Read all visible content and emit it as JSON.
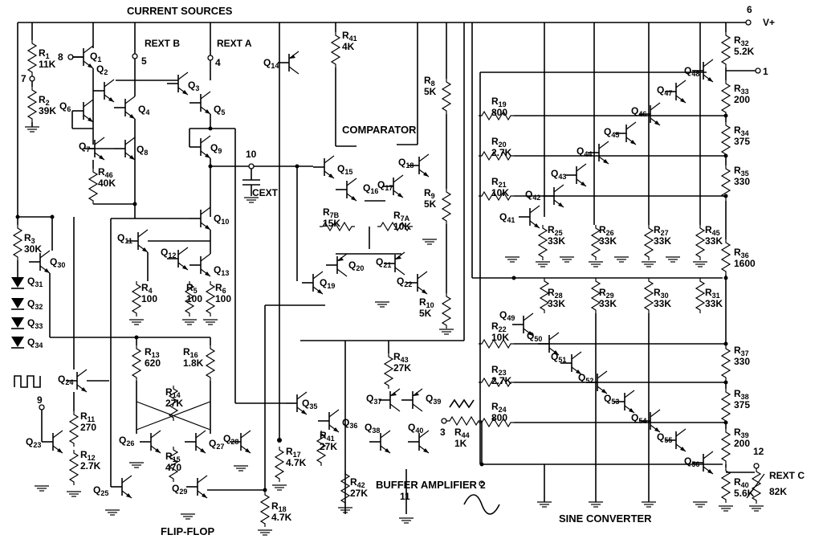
{
  "sections": {
    "current_sources": "CURRENT SOURCES",
    "comparator": "COMPARATOR",
    "buffer_amplifier": "BUFFER AMPLIFIER",
    "flip_flop": "FLIP-FLOP",
    "sine_converter": "SINE CONVERTER"
  },
  "pins": {
    "p1": "1",
    "p2": "2",
    "p3": "3",
    "p4": "4",
    "p5": "5",
    "p6": "6",
    "p7": "7",
    "p8": "8",
    "p9": "9",
    "p10": "10",
    "p11": "11",
    "p12": "12",
    "vplus": "V+",
    "rext_b": "REXT B",
    "rext_a": "REXT A",
    "rext_c": "REXT C",
    "cext": "CEXT"
  },
  "waveforms": [
    "square-wave",
    "triangle-wave",
    "sine-wave"
  ],
  "transistors": [
    {
      "id": "Q1",
      "label": "Q1"
    },
    {
      "id": "Q2",
      "label": "Q2"
    },
    {
      "id": "Q3",
      "label": "Q3"
    },
    {
      "id": "Q4",
      "label": "Q4"
    },
    {
      "id": "Q5",
      "label": "Q5"
    },
    {
      "id": "Q6",
      "label": "Q6"
    },
    {
      "id": "Q7",
      "label": "Q7"
    },
    {
      "id": "Q8",
      "label": "Q8"
    },
    {
      "id": "Q9",
      "label": "Q9"
    },
    {
      "id": "Q10",
      "label": "Q10"
    },
    {
      "id": "Q11",
      "label": "Q11"
    },
    {
      "id": "Q12",
      "label": "Q12"
    },
    {
      "id": "Q13",
      "label": "Q13"
    },
    {
      "id": "Q14",
      "label": "Q14"
    },
    {
      "id": "Q15",
      "label": "Q15"
    },
    {
      "id": "Q16",
      "label": "Q16"
    },
    {
      "id": "Q17",
      "label": "Q17"
    },
    {
      "id": "Q18",
      "label": "Q18"
    },
    {
      "id": "Q19",
      "label": "Q19"
    },
    {
      "id": "Q20",
      "label": "Q20"
    },
    {
      "id": "Q21",
      "label": "Q21"
    },
    {
      "id": "Q22",
      "label": "Q22"
    },
    {
      "id": "Q23",
      "label": "Q23"
    },
    {
      "id": "Q24",
      "label": "Q24"
    },
    {
      "id": "Q25",
      "label": "Q25"
    },
    {
      "id": "Q26",
      "label": "Q26"
    },
    {
      "id": "Q27",
      "label": "Q27"
    },
    {
      "id": "Q28",
      "label": "Q28"
    },
    {
      "id": "Q29",
      "label": "Q29"
    },
    {
      "id": "Q30",
      "label": "Q30"
    },
    {
      "id": "Q35",
      "label": "Q35"
    },
    {
      "id": "Q36",
      "label": "Q36"
    },
    {
      "id": "Q37",
      "label": "Q37"
    },
    {
      "id": "Q38",
      "label": "Q38"
    },
    {
      "id": "Q39",
      "label": "Q39"
    },
    {
      "id": "Q40",
      "label": "Q40"
    },
    {
      "id": "Q41",
      "label": "Q41"
    },
    {
      "id": "Q42",
      "label": "Q42"
    },
    {
      "id": "Q43",
      "label": "Q43"
    },
    {
      "id": "Q44",
      "label": "Q44"
    },
    {
      "id": "Q45",
      "label": "Q45"
    },
    {
      "id": "Q46",
      "label": "Q46"
    },
    {
      "id": "Q47",
      "label": "Q47"
    },
    {
      "id": "Q48",
      "label": "Q48"
    },
    {
      "id": "Q49",
      "label": "Q49"
    },
    {
      "id": "Q50",
      "label": "Q50"
    },
    {
      "id": "Q51",
      "label": "Q51"
    },
    {
      "id": "Q52",
      "label": "Q52"
    },
    {
      "id": "Q53",
      "label": "Q53"
    },
    {
      "id": "Q54",
      "label": "Q54"
    },
    {
      "id": "Q55",
      "label": "Q55"
    },
    {
      "id": "Q56",
      "label": "Q56"
    }
  ],
  "diodes": [
    {
      "id": "Q31",
      "label": "Q31"
    },
    {
      "id": "Q32",
      "label": "Q32"
    },
    {
      "id": "Q33",
      "label": "Q33"
    },
    {
      "id": "Q34",
      "label": "Q34"
    }
  ],
  "resistors": [
    {
      "id": "R1",
      "label": "R1",
      "value": "11K"
    },
    {
      "id": "R2",
      "label": "R2",
      "value": "39K"
    },
    {
      "id": "R3",
      "label": "R3",
      "value": "30K"
    },
    {
      "id": "R4",
      "label": "R4",
      "value": "100"
    },
    {
      "id": "R5",
      "label": "R5",
      "value": "100"
    },
    {
      "id": "R6",
      "label": "R6",
      "value": "100"
    },
    {
      "id": "R7A",
      "label": "R7A",
      "value": "10K"
    },
    {
      "id": "R7B",
      "label": "R7B",
      "value": "15K"
    },
    {
      "id": "R8",
      "label": "R8",
      "value": "5K"
    },
    {
      "id": "R9",
      "label": "R9",
      "value": "5K"
    },
    {
      "id": "R10",
      "label": "R10",
      "value": "5K"
    },
    {
      "id": "R11",
      "label": "R11",
      "value": "270"
    },
    {
      "id": "R12",
      "label": "R12",
      "value": "2.7K"
    },
    {
      "id": "R13",
      "label": "R13",
      "value": "620"
    },
    {
      "id": "R14",
      "label": "R14",
      "value": "27K"
    },
    {
      "id": "R15",
      "label": "R15",
      "value": "470"
    },
    {
      "id": "R16",
      "label": "R16",
      "value": "1.8K"
    },
    {
      "id": "R17",
      "label": "R17",
      "value": "4.7K"
    },
    {
      "id": "R18",
      "label": "R18",
      "value": "4.7K"
    },
    {
      "id": "R19",
      "label": "R19",
      "value": "800"
    },
    {
      "id": "R20",
      "label": "R20",
      "value": "2.7K"
    },
    {
      "id": "R21",
      "label": "R21",
      "value": "10K"
    },
    {
      "id": "R22",
      "label": "R22",
      "value": "10K"
    },
    {
      "id": "R23",
      "label": "R23",
      "value": "2.7K"
    },
    {
      "id": "R24",
      "label": "R24",
      "value": "800"
    },
    {
      "id": "R25",
      "label": "R25",
      "value": "33K"
    },
    {
      "id": "R26",
      "label": "R26",
      "value": "33K"
    },
    {
      "id": "R27",
      "label": "R27",
      "value": "33K"
    },
    {
      "id": "R28",
      "label": "R28",
      "value": "33K"
    },
    {
      "id": "R29",
      "label": "R29",
      "value": "33K"
    },
    {
      "id": "R30",
      "label": "R30",
      "value": "33K"
    },
    {
      "id": "R31",
      "label": "R31",
      "value": "33K"
    },
    {
      "id": "R32",
      "label": "R32",
      "value": "5.2K"
    },
    {
      "id": "R33",
      "label": "R33",
      "value": "200"
    },
    {
      "id": "R34",
      "label": "R34",
      "value": "375"
    },
    {
      "id": "R35",
      "label": "R35",
      "value": "330"
    },
    {
      "id": "R36",
      "label": "R36",
      "value": "1600"
    },
    {
      "id": "R37",
      "label": "R37",
      "value": "330"
    },
    {
      "id": "R38",
      "label": "R38",
      "value": "375"
    },
    {
      "id": "R39",
      "label": "R39",
      "value": "200"
    },
    {
      "id": "R40",
      "label": "R40",
      "value": "5.6K"
    },
    {
      "id": "R41",
      "label": "R41",
      "value": "4K"
    },
    {
      "id": "R41b",
      "label": "R41",
      "value": "27K"
    },
    {
      "id": "R42",
      "label": "R42",
      "value": "27K"
    },
    {
      "id": "R43",
      "label": "R43",
      "value": "27K"
    },
    {
      "id": "R44",
      "label": "R44",
      "value": "1K"
    },
    {
      "id": "R45",
      "label": "R45",
      "value": "33K"
    },
    {
      "id": "R46",
      "label": "R46",
      "value": "40K"
    },
    {
      "id": "REXTC_val",
      "label": "",
      "value": "82K"
    }
  ]
}
